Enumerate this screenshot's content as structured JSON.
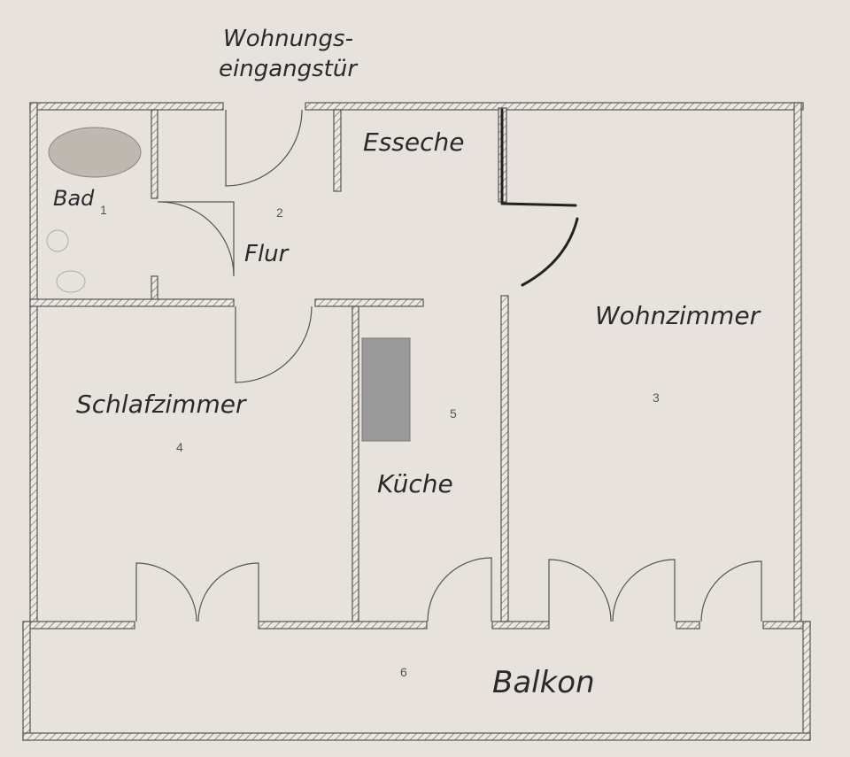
{
  "annotations": {
    "entrance_door": [
      "Wohnungs-",
      "eingangstür"
    ]
  },
  "rooms": [
    {
      "number": "1",
      "label": "Bad"
    },
    {
      "number": "2",
      "label": "Flur"
    },
    {
      "number": "",
      "label": "Esseche"
    },
    {
      "number": "3",
      "label": "Wohnzimmer"
    },
    {
      "number": "4",
      "label": "Schlafzimmer"
    },
    {
      "number": "5",
      "label": "Küche"
    },
    {
      "number": "6",
      "label": "Balkon"
    }
  ],
  "colors": {
    "paper": "#e7e3dc",
    "lines": "#555555",
    "ink": "#222222",
    "stove": "#9a9a9a"
  }
}
